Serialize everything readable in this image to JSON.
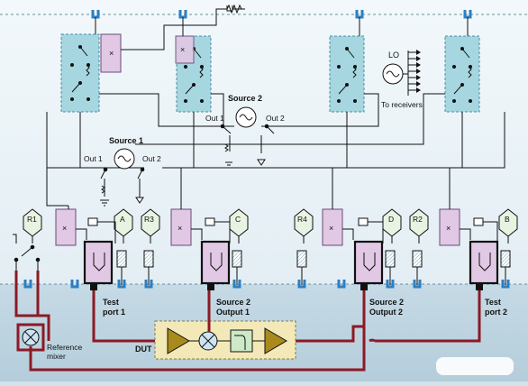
{
  "colors": {
    "background_top": "#e6f1f6",
    "background_bottom": "#bcd3df",
    "switch_box": "#a6d6e0",
    "coupler_box": "#e1c8e4",
    "wire": "#111111",
    "rf_path": "#8c1a24",
    "port_clip": "#2d7fc1",
    "dut_box": "#f3e9b8",
    "amp": "#a98a1c",
    "receiver": "#e9f3e2"
  },
  "labels": {
    "lo": "LO",
    "to_receivers": "To receivers",
    "source1": "Source 1",
    "source1_out1": "Out 1",
    "source1_out2": "Out 2",
    "source2": "Source 2",
    "source2_out1": "Out 1",
    "source2_out2": "Out 2",
    "dut": "DUT",
    "ref_mixer_l1": "Reference",
    "ref_mixer_l2": "mixer",
    "test_port1_l1": "Test",
    "test_port1_l2": "port 1",
    "src2_output1_l1": "Source 2",
    "src2_output1_l2": "Output 1",
    "src2_output2_l1": "Source 2",
    "src2_output2_l2": "Output 2",
    "test_port2_l1": "Test",
    "test_port2_l2": "port 2"
  },
  "receivers": [
    "R1",
    "A",
    "R3",
    "C",
    "R4",
    "D",
    "R2",
    "B"
  ]
}
